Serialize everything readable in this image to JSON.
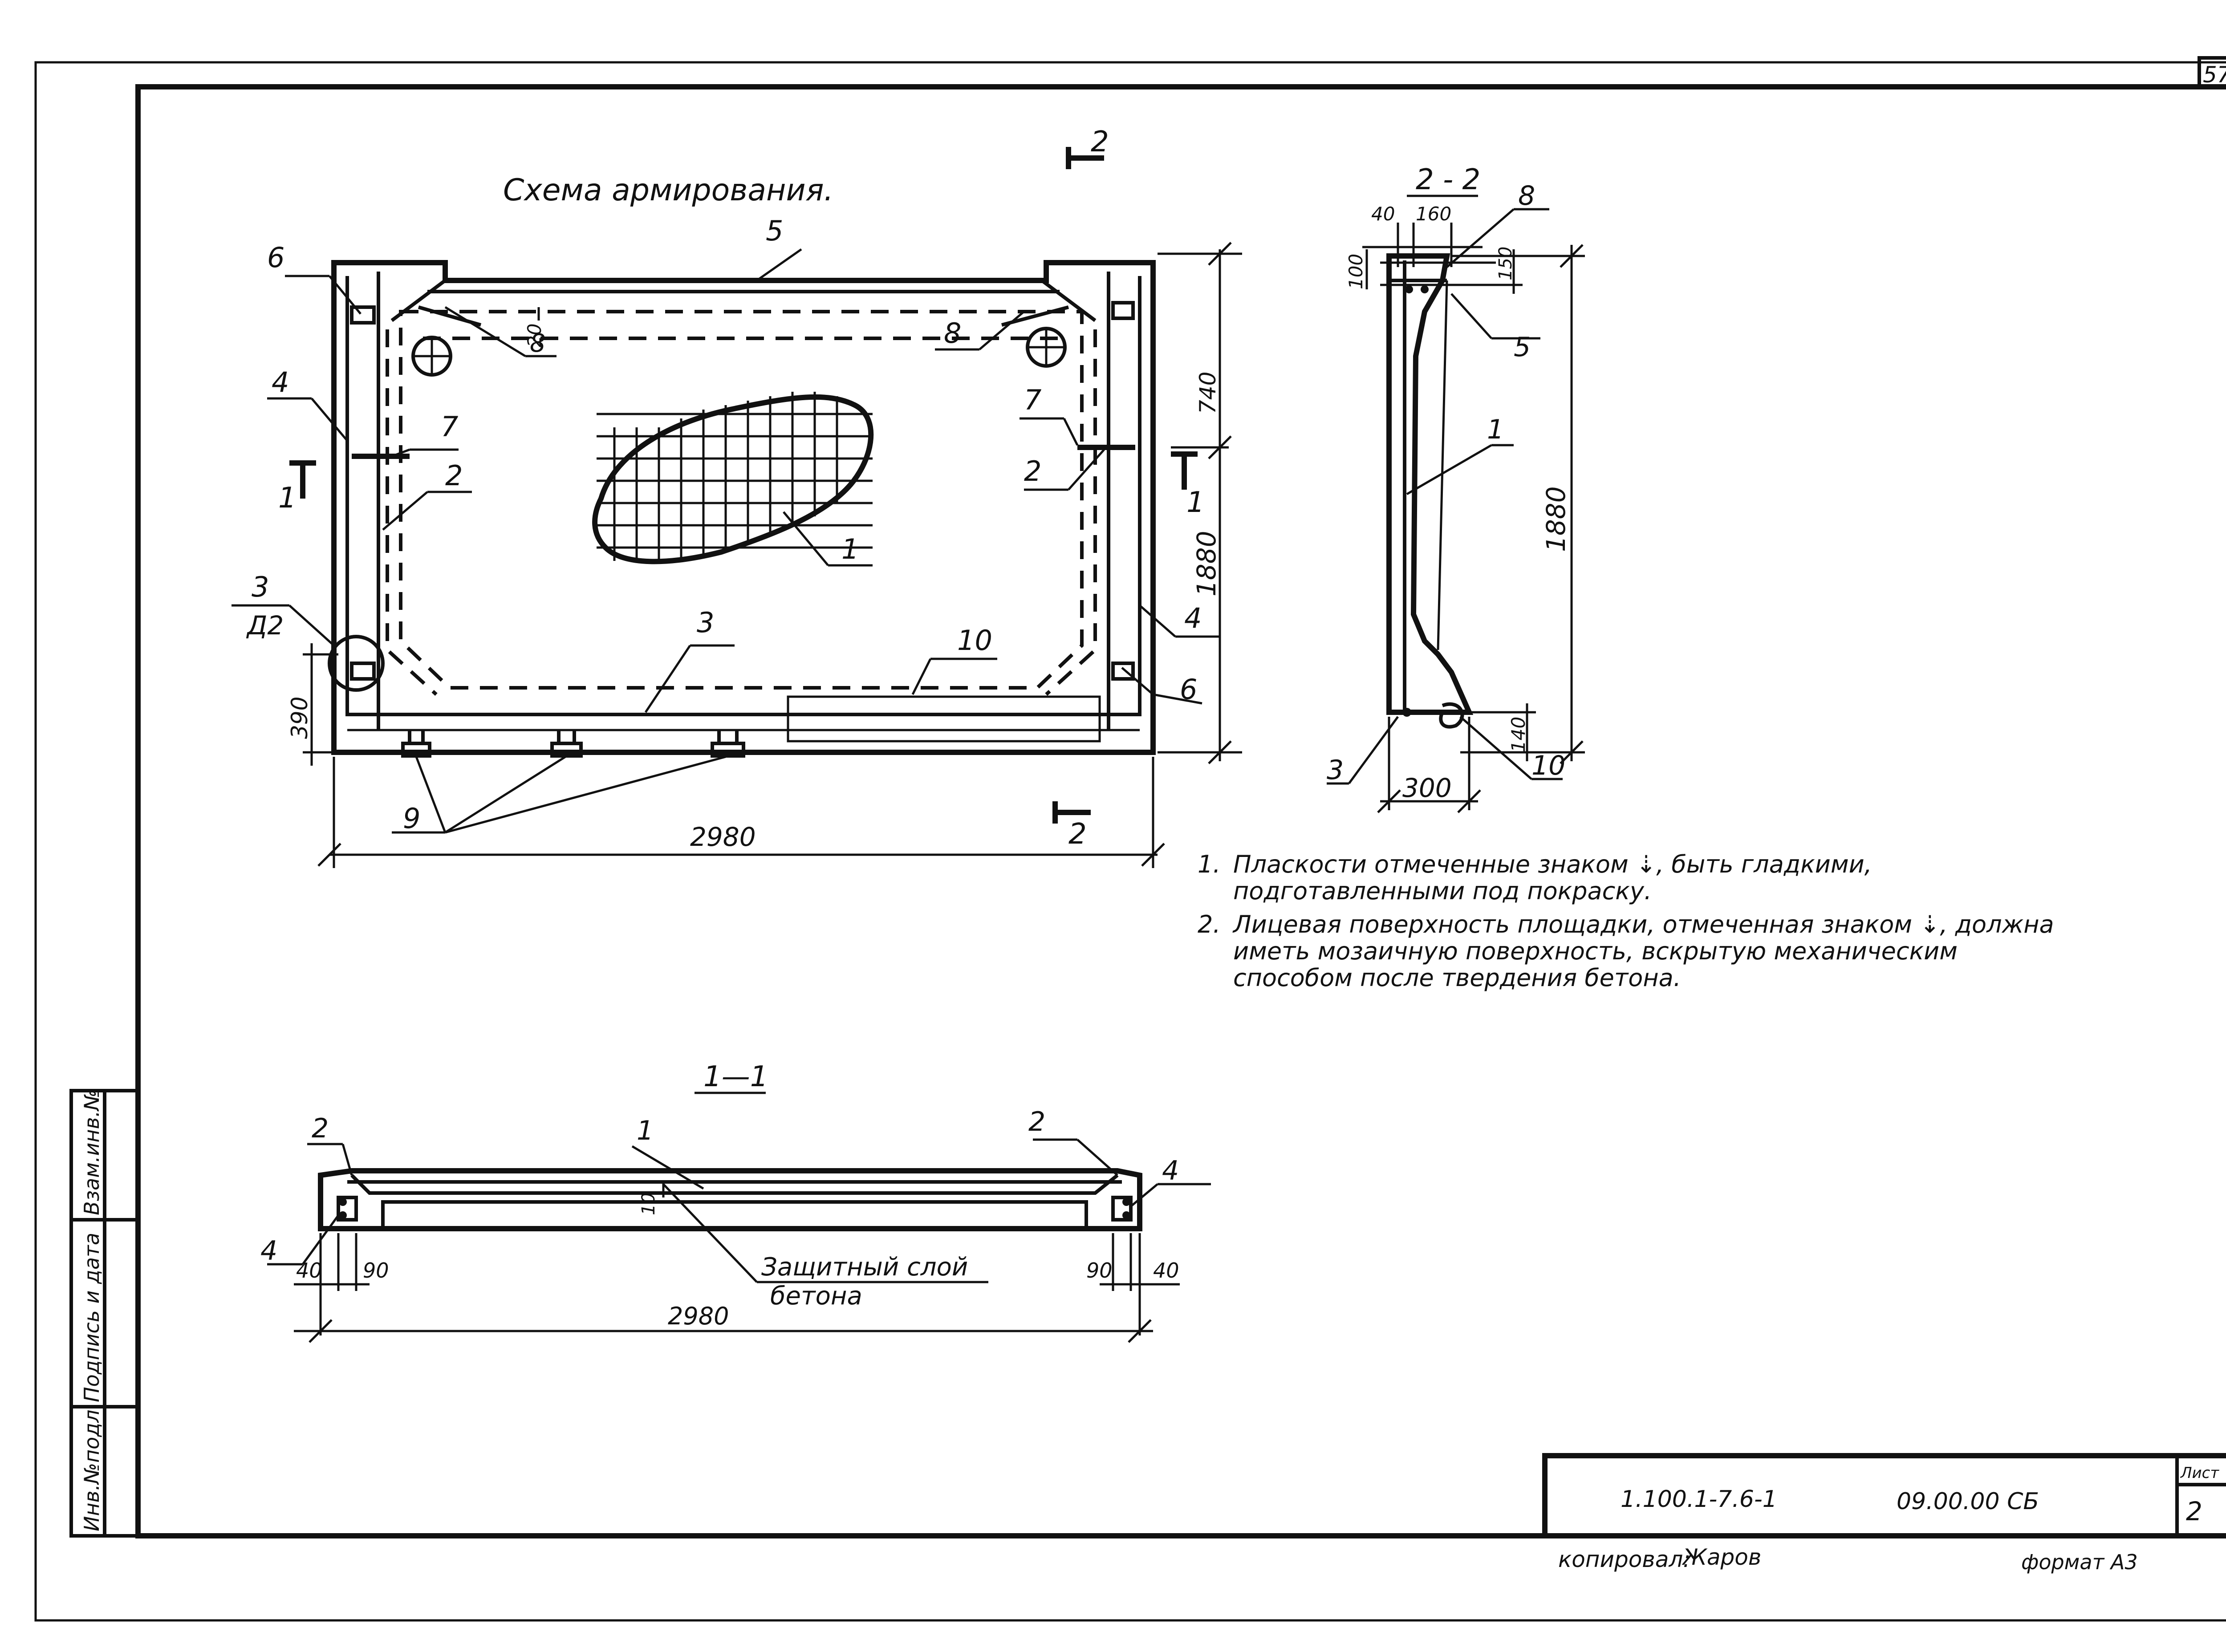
{
  "sheet_number": "57",
  "title": "Схема армирования.",
  "section_marks": {
    "top_2": "2",
    "bottom_2": "2",
    "left_1": "1",
    "right_1": "1",
    "detail_d2": "Д2"
  },
  "plan_view": {
    "labels": [
      "1",
      "2",
      "2",
      "3",
      "3",
      "4",
      "4",
      "5",
      "6",
      "6",
      "7",
      "7",
      "8",
      "8",
      "9",
      "10"
    ],
    "dims": {
      "overall_width": "2980",
      "overall_height": "1880",
      "right_740": "740",
      "left_390": "390",
      "cover_20": "20"
    }
  },
  "section_2_2": {
    "title": "2 - 2",
    "dims": {
      "d40": "40",
      "d160": "160",
      "d100": "100",
      "d150": "150",
      "d1880": "1880",
      "d140": "140",
      "d300": "300"
    },
    "labels": {
      "l8": "8",
      "l5": "5",
      "l1": "1",
      "l3": "3",
      "l10": "10"
    }
  },
  "section_1_1": {
    "title": "1—1",
    "dims": {
      "d40_left": "40",
      "d90_left": "90",
      "d10": "10",
      "d90_right": "90",
      "d40_right": "40",
      "d2980": "2980"
    },
    "labels": {
      "l2_left": "2",
      "l1": "1",
      "l2_right": "2",
      "l4_left": "4",
      "l4_right": "4"
    },
    "callout_line1": "Защитный слой",
    "callout_line2": "бетона"
  },
  "notes": [
    {
      "num": "1.",
      "line1": "Плаcкости   отмеченные  знаком ⇣, быть гладкими,",
      "line2": "подготавленными   под   покраску."
    },
    {
      "num": "2.",
      "line1": "Лицевая  поверхность  площадки, отмеченная   знаком ⇣, должна",
      "line2": "иметь мозаичную   поверхность, вскрытую  механическим",
      "line3": "способом   после    твердения    бетона."
    }
  ],
  "side_stamp": [
    "Взам.инв.№",
    "Подпись и дата",
    "Инв.№подл"
  ],
  "title_block": {
    "doc_code": "1.100.1-7.6-1",
    "item_code": "09.00.00 СБ",
    "sheet_label": "Лист",
    "sheet_value": "2",
    "copied_by": "копировал:",
    "copier_signature": "Жаров",
    "format": "формат А3"
  }
}
